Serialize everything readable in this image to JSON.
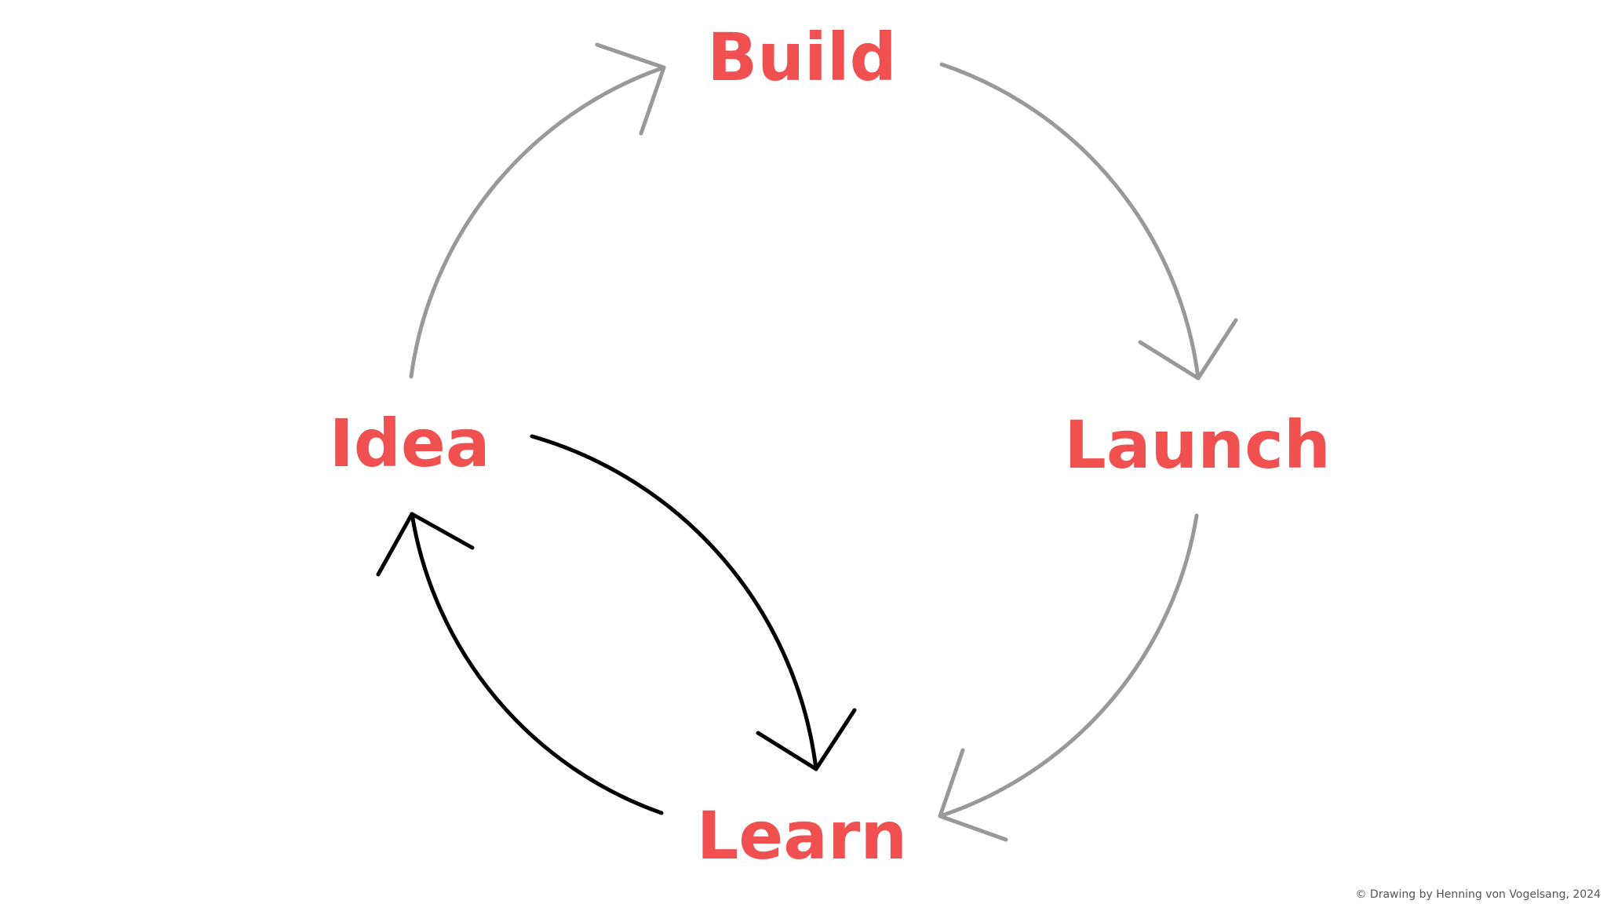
{
  "diagram": {
    "nodes": {
      "build": "Build",
      "launch": "Launch",
      "learn": "Learn",
      "idea": "Idea"
    },
    "credit": "© Drawing by Henning von Vogelsang, 2024"
  },
  "colors": {
    "label": "#f05050",
    "outer_arrow": "#999999",
    "inner_arrow": "#000000",
    "credit": "#555555"
  }
}
